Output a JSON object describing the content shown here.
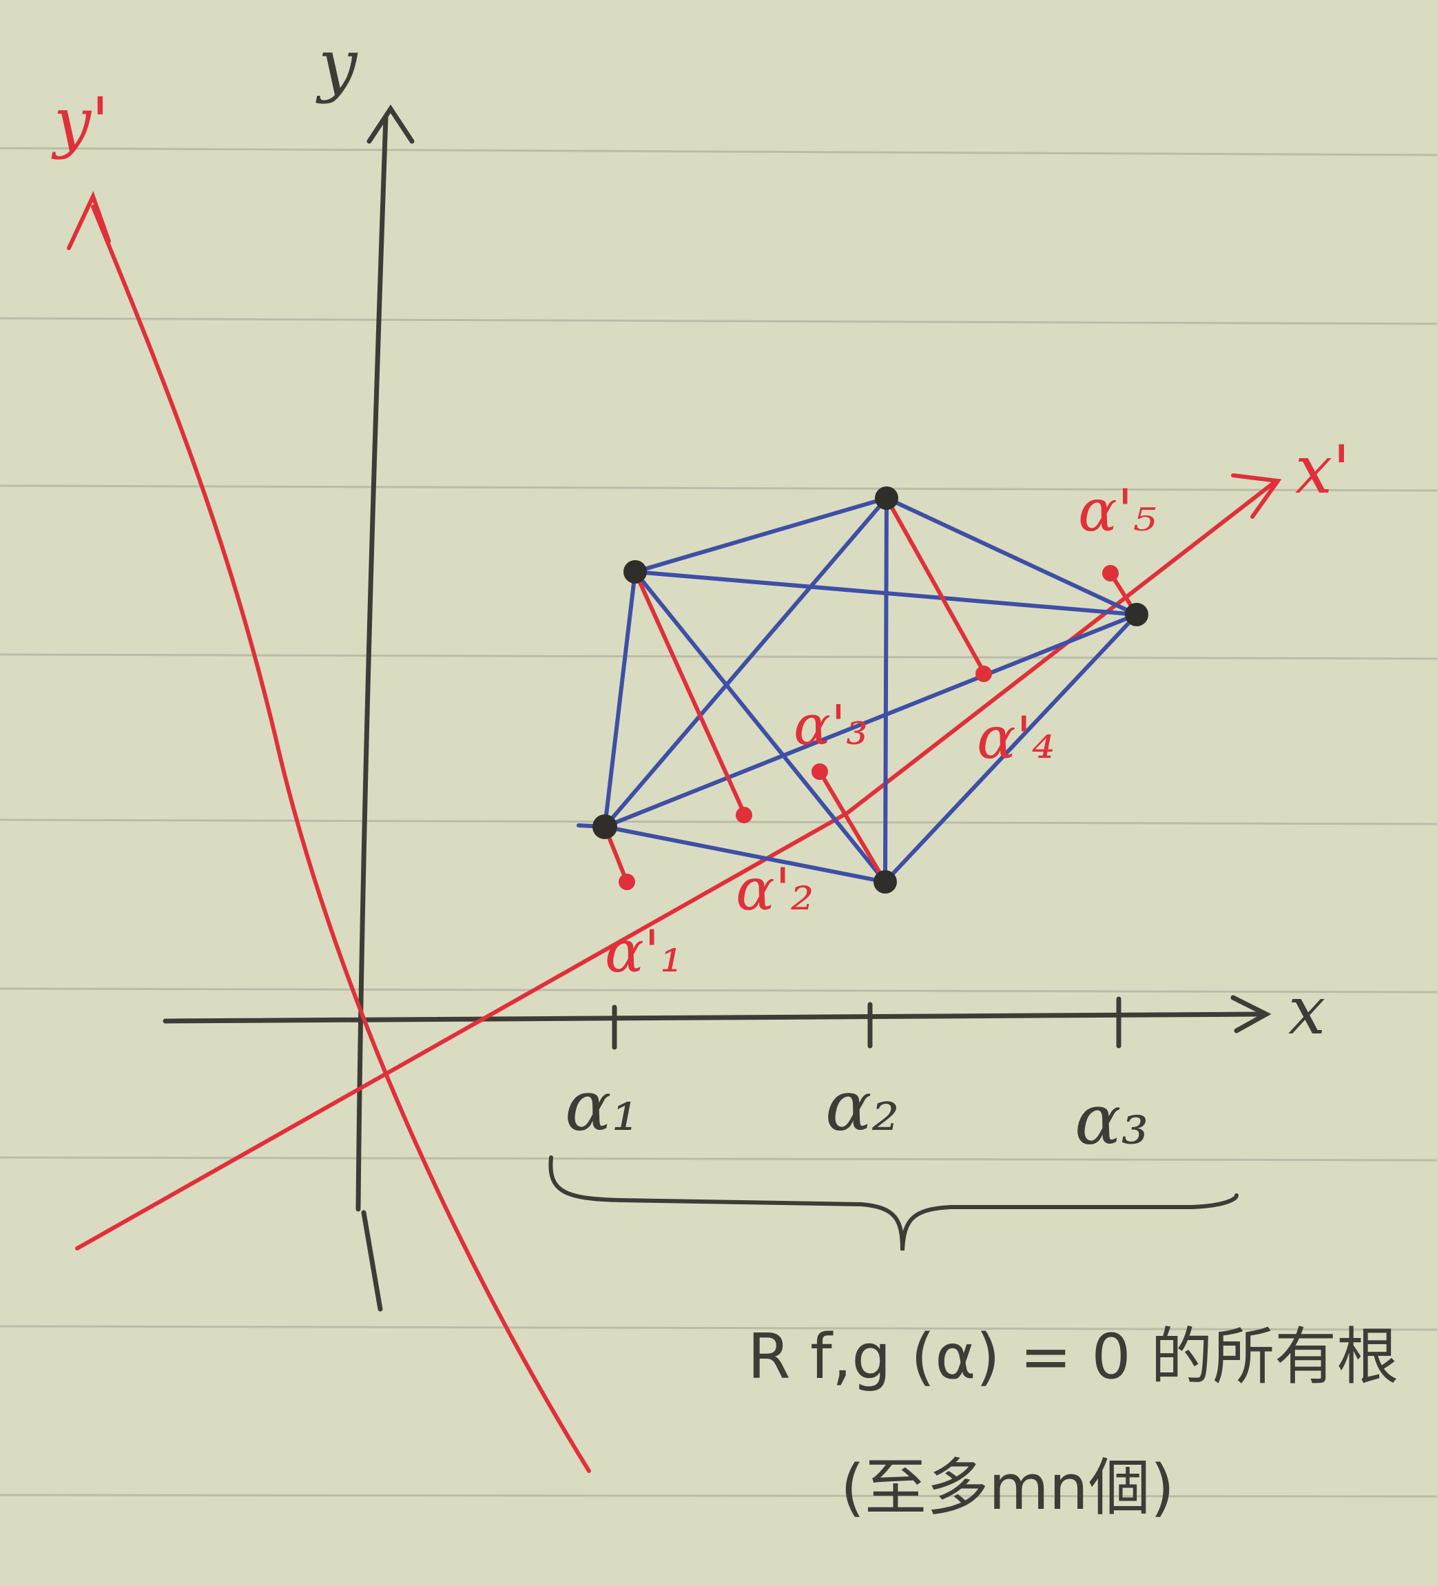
{
  "axes": {
    "x_label": "x",
    "y_label": "y",
    "x_prime_label": "x'",
    "y_prime_label": "y'"
  },
  "x_ticks": [
    "α₁",
    "α₂",
    "α₃"
  ],
  "projected_points": [
    "α'₁",
    "α'₂",
    "α'₃",
    "α'₄",
    "α'₅"
  ],
  "caption": {
    "line1": "R f,g (α) = 0 的所有根",
    "line2": "(至多mn個)"
  },
  "colors": {
    "paper": "#d9dcc0",
    "ruling": "#b9bda8",
    "pencil": "#3d3c37",
    "red_ink": "#e0303a",
    "blue_ink": "#3f4fa6"
  }
}
